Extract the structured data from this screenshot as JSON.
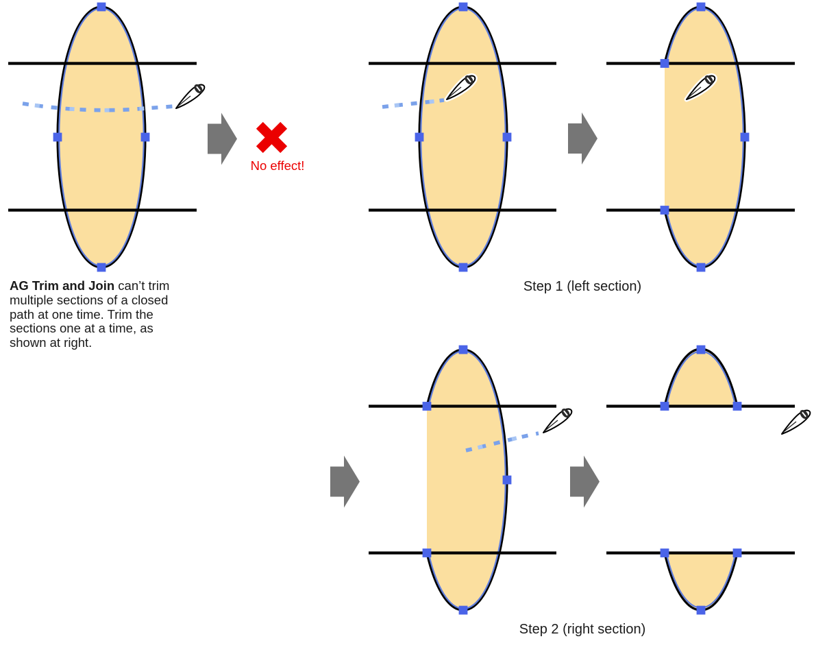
{
  "colors": {
    "background": "#ffffff",
    "shape_fill": "#fbdf9f",
    "shape_stroke": "#000000",
    "selection_blue": "#5f7ddc",
    "anchor_blue": "#4a64e8",
    "gesture_blue": "#7ba2ea",
    "gesture_blue_light": "#a9c6f4",
    "arrow_gray": "#767676",
    "error_red": "#eb0000",
    "text_color": "#1a1a1a"
  },
  "caption": {
    "bold": "AG Trim and Join",
    "rest": " can’t trim\nmultiple sections of a closed\npath at one time. Trim the\nsections one at a time, as\nshown at right."
  },
  "labels": {
    "no_effect": "No effect!",
    "step1": "Step 1 (left section)",
    "step2": "Step 2 (right section)"
  },
  "icons": {
    "pen_cursor": "pen-nib-cursor",
    "arrow": "right-arrow",
    "x_mark": "✖",
    "anchor": "anchor-point-square"
  }
}
